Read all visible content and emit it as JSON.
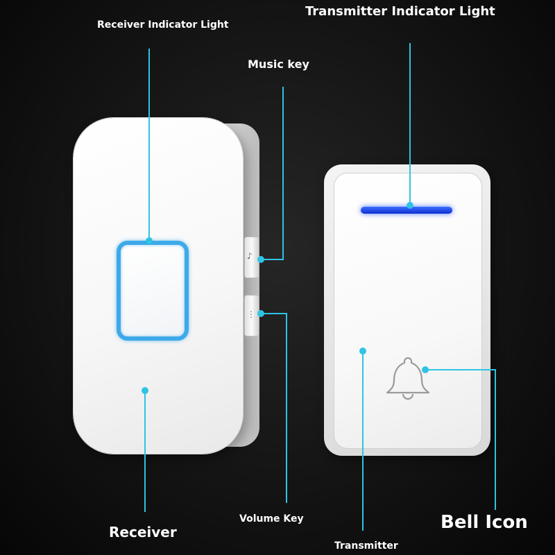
{
  "labels": {
    "receiver_indicator_light": "Receiver Indicator Light",
    "transmitter_indicator_light": "Transmitter Indicator Light",
    "music_key": "Music key",
    "volume_key": "Volume Key",
    "receiver": "Receiver",
    "transmitter": "Transmitter",
    "bell_icon": "Bell Icon"
  },
  "colors": {
    "callout_line": "#2fc3e4",
    "receiver_indicator": "#3da9e8",
    "transmitter_indicator": "#1f45e8",
    "background": "#141414"
  },
  "icons": [
    "bell-icon",
    "music-note-icon",
    "volume-icon"
  ]
}
